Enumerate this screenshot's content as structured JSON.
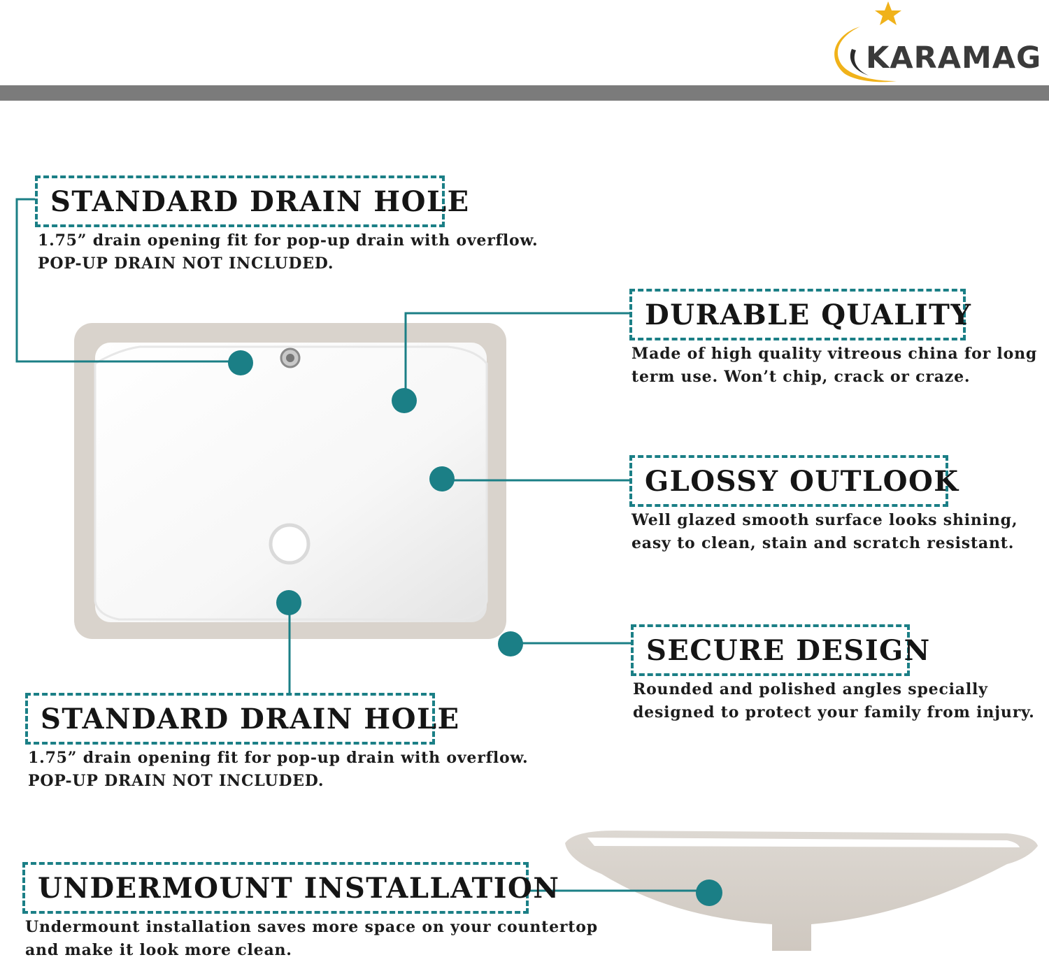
{
  "brand": {
    "name": "KARAMAG"
  },
  "features": [
    {
      "title": "STANDARD DRAIN HOLE",
      "lines": [
        "1.75” drain opening fit for pop-up drain with overflow.",
        "POP-UP DRAIN NOT INCLUDED."
      ]
    },
    {
      "title": "DURABLE QUALITY",
      "lines": [
        "Made of high quality vitreous china for long",
        "term use. Won’t chip, crack or craze."
      ]
    },
    {
      "title": "GLOSSY OUTLOOK",
      "lines": [
        "Well glazed smooth surface looks shining,",
        "easy to clean, stain and scratch resistant."
      ]
    },
    {
      "title": "SECURE DESIGN",
      "lines": [
        "Rounded and polished angles specially",
        "designed to protect your family from injury."
      ]
    },
    {
      "title": "STANDARD DRAIN HOLE",
      "lines": [
        "1.75” drain opening fit for pop-up drain with overflow.",
        "POP-UP DRAIN NOT INCLUDED."
      ]
    },
    {
      "title": "UNDERMOUNT INSTALLATION",
      "lines": [
        "Undermount installation saves more space on your countertop",
        "and make it look more clean."
      ]
    }
  ],
  "colors": {
    "accent": "#1b7f86",
    "bar": "#7b7b7b",
    "logo_gold": "#f0b21a"
  }
}
